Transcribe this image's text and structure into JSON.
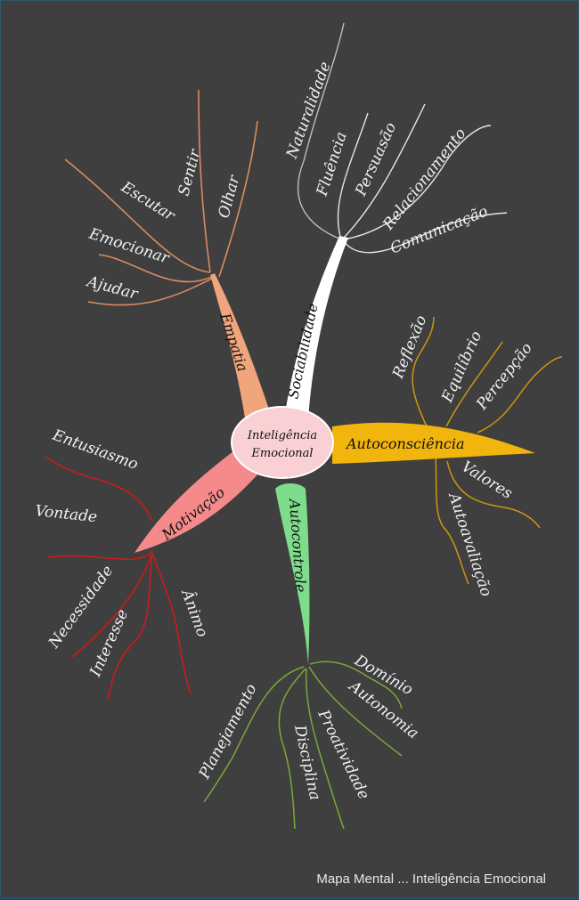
{
  "center": {
    "line1": "Inteligência",
    "line2": "Emocional",
    "color": "#f9d0d3"
  },
  "branches": {
    "empatia": {
      "label": "Empatia",
      "color": "#f0a57c",
      "leaves": [
        "Sentir",
        "Olhar",
        "Escutar",
        "Emocionar",
        "Ajudar"
      ]
    },
    "sociabilidade": {
      "label": "Sociabilidade",
      "color": "#ffffff",
      "leaves": [
        "Naturalidade",
        "Fluência",
        "Persuasão",
        "Relacionamento",
        "Comunicação"
      ]
    },
    "autoconsciencia": {
      "label": "Autoconsciência",
      "color": "#f2b50d",
      "leaves": [
        "Reflexão",
        "Equilíbrio",
        "Percepção",
        "Valores",
        "Autoavaliação"
      ]
    },
    "motivacao": {
      "label": "Motivação",
      "color": "#f58a8a",
      "leaves": [
        "Entusiasmo",
        "Vontade",
        "Necessidade",
        "Interesse",
        "Ânimo"
      ]
    },
    "autocontrole": {
      "label": "Autocontrole",
      "color": "#7fdc8c",
      "leaves": [
        "Domínio",
        "Autonomia",
        "Proatividade",
        "Disciplina",
        "Planejamento"
      ]
    }
  },
  "line_colors": {
    "empatia": "#d98b62",
    "sociabilidade": "#e6e6e6",
    "autoconsciencia": "#c9980e",
    "motivacao": "#cc1a1a",
    "autocontrole": "#7aa83a"
  },
  "caption": "Mapa Mental ...  Inteligência Emocional"
}
